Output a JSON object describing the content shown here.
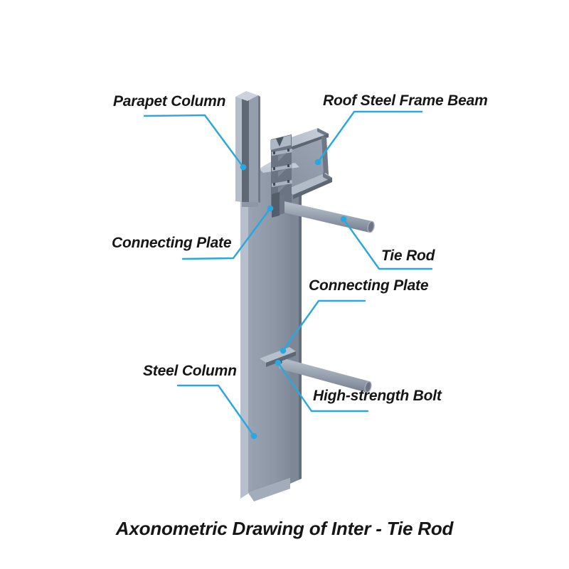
{
  "diagram": {
    "title": "Axonometric Drawing of Inter - Tie Rod",
    "labels": {
      "parapet_column": "Parapet Column",
      "roof_steel_frame_beam": "Roof Steel Frame Beam",
      "connecting_plate_upper": "Connecting Plate",
      "tie_rod": "Tie Rod",
      "connecting_plate_lower": "Connecting Plate",
      "steel_column": "Steel Column",
      "high_strength_bolt": "High-strength Bolt"
    },
    "colors": {
      "background": "#ffffff",
      "leader_line": "#29a8df",
      "label_text": "#161616",
      "steel_light": "#c6cdd8",
      "steel_mid": "#8e98a7",
      "steel_dark": "#6a7483"
    }
  }
}
